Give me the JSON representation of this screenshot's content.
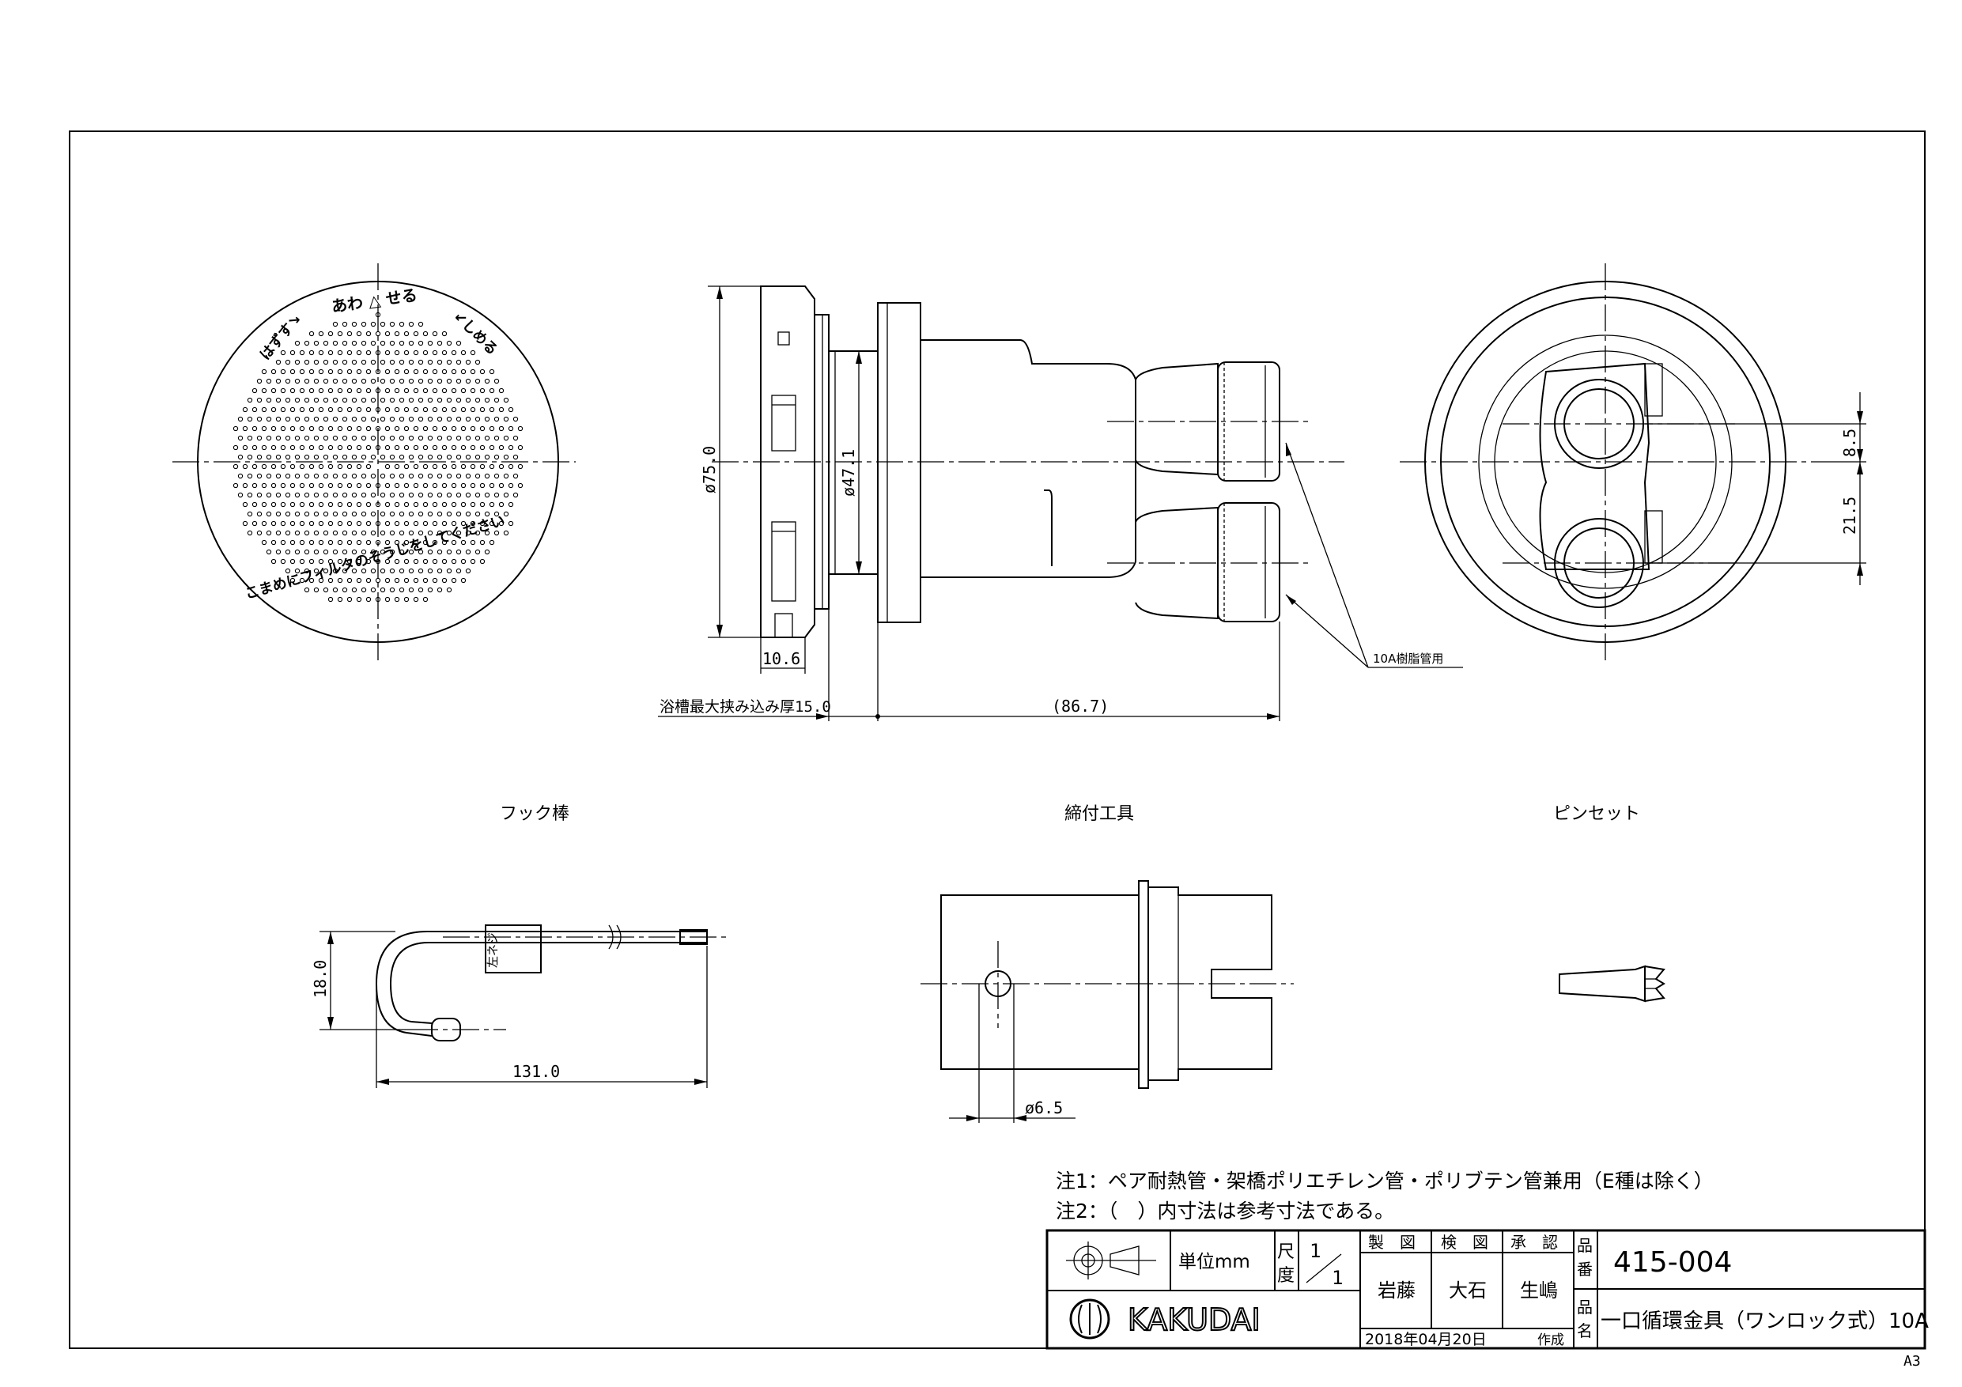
{
  "sheet": {
    "size": "A3"
  },
  "labels": {
    "hook_rod": "フック棒",
    "tightening_tool": "締付工具",
    "tweezers": "ピンセット",
    "resin_pipe": "10A樹脂管用",
    "bath_max": "浴槽最大挟み込み厚15.0",
    "hook_tag": "左ネジ"
  },
  "dimensions": {
    "d75": "ø75.0",
    "d47": "ø47.1",
    "w10_6": "10.6",
    "l86_7": "(86.7)",
    "h8_5": "8.5",
    "h21_5": "21.5",
    "h18": "18.0",
    "l131": "131.0",
    "d6_5": "ø6.5"
  },
  "cover_text": {
    "top": "あわ △ せる",
    "top_right": "↙しめる",
    "top_left": "はずす↘",
    "bottom": "こまめにフィルタのそうじをしてください"
  },
  "notes": [
    "注1：ペア耐熱管・架橋ポリエチレン管・ポリブテン管兼用（E種は除く）",
    "注2：（　）内寸法は参考寸法である。"
  ],
  "title_block": {
    "unit": "単位mm",
    "scale_label_1": "尺",
    "scale_label_2": "度",
    "scale_num": "1",
    "scale_den": "1",
    "h_made": "製　図",
    "h_check": "検　図",
    "h_approve": "承　認",
    "made_by": "岩藤",
    "checked_by": "大石",
    "approved_by": "生嶋",
    "date": "2018年04月20日",
    "created": "作成",
    "num_label_1": "品",
    "num_label_2": "番",
    "name_label_1": "品",
    "name_label_2": "名",
    "part_number": "415-004",
    "part_name": "一口循環金具（ワンロック式）10A",
    "brand": "KAKUDAI"
  }
}
